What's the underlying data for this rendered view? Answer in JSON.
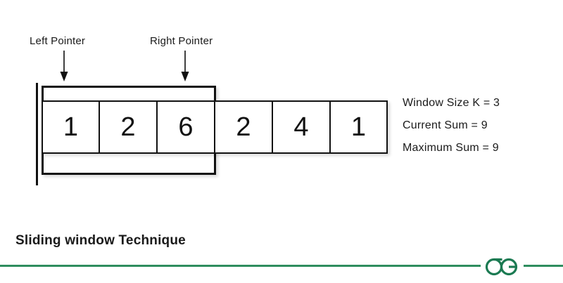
{
  "figure": {
    "caption": "Sliding window Technique",
    "pointers": [
      {
        "name": "left-pointer",
        "label": "Left Pointer"
      },
      {
        "name": "right-pointer",
        "label": "Right Pointer"
      }
    ],
    "array": {
      "values": [
        "1",
        "2",
        "6",
        "2",
        "4",
        "1"
      ],
      "window_start_index": 0,
      "window_end_index": 2,
      "window_length": 3
    },
    "stats": [
      {
        "label": "Window Size K = 3"
      },
      {
        "label": "Current Sum  = 9"
      },
      {
        "label": "Maximum Sum  = 9"
      }
    ]
  },
  "footer": {
    "logo_name": "geeksforgeeks-logo",
    "brand_color": "#2f8d5f"
  },
  "colors": {
    "background": "#ffffff",
    "stroke": "#111111",
    "text": "#1a1a1a",
    "brand_green": "#2f8d5f"
  }
}
